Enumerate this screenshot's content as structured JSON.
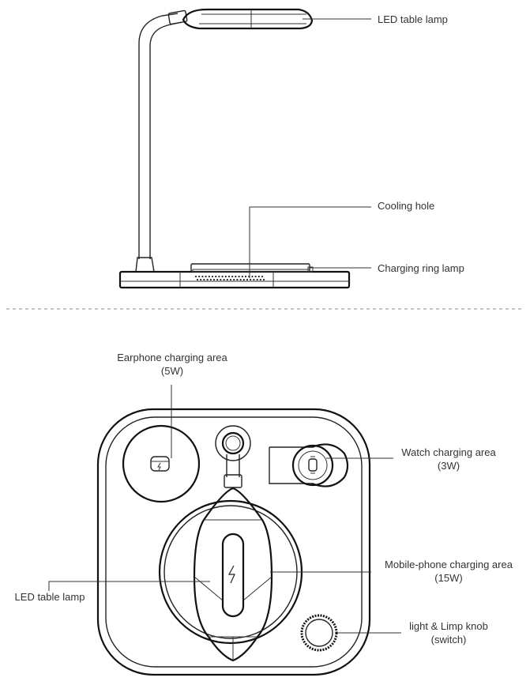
{
  "labels": {
    "led_lamp_top": "LED table lamp",
    "cooling_hole": "Cooling hole",
    "charging_ring_lamp": "Charging ring lamp",
    "earphone_line1": "Earphone charging area",
    "earphone_line2": "(5W)",
    "watch_line1": "Watch charging area",
    "watch_line2": "(3W)",
    "mobile_line1": "Mobile-phone charging area",
    "mobile_line2": "(15W)",
    "led_lamp_bottom": "LED table lamp",
    "knob_line1": "light & Limp knob",
    "knob_line2": "(switch)"
  },
  "icons": [
    "earphone-case-icon",
    "watch-icon",
    "lightning-icon"
  ]
}
